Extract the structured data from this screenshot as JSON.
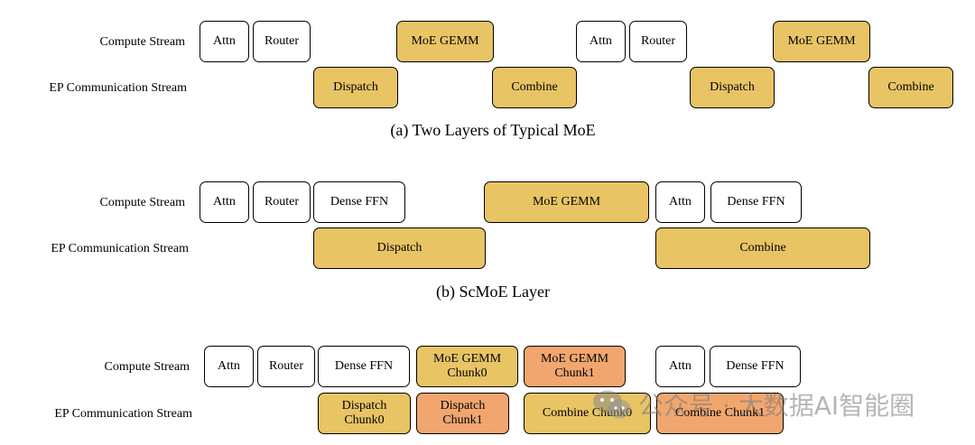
{
  "rows": {
    "compute": "Compute Stream",
    "ep": "EP Communication Stream"
  },
  "panel_a": {
    "caption": "(a) Two Layers of Typical MoE",
    "compute": [
      "Attn",
      "Router",
      "MoE GEMM",
      "Attn",
      "Router",
      "MoE GEMM"
    ],
    "comm": [
      "Dispatch",
      "Combine",
      "Dispatch",
      "Combine"
    ]
  },
  "panel_b": {
    "caption": "(b) ScMoE Layer",
    "compute": [
      "Attn",
      "Router",
      "Dense FFN",
      "MoE GEMM",
      "Attn",
      "Dense FFN"
    ],
    "comm": [
      "Dispatch",
      "Combine"
    ]
  },
  "panel_c": {
    "compute": [
      "Attn",
      "Router",
      "Dense FFN",
      "MoE GEMM\nChunk0",
      "MoE GEMM\nChunk1",
      "Attn",
      "Dense FFN"
    ],
    "comm": [
      "Dispatch\nChunk0",
      "Dispatch\nChunk1",
      "Combine Chunk0",
      "Combine Chunk1"
    ]
  },
  "watermark": {
    "text": "公众号 · 大数据AI智能圈",
    "icon": "wechat-icon"
  },
  "colors": {
    "yellow": "#e8c465",
    "orange": "#f1a66f",
    "white": "#ffffff",
    "border": "#000000"
  }
}
